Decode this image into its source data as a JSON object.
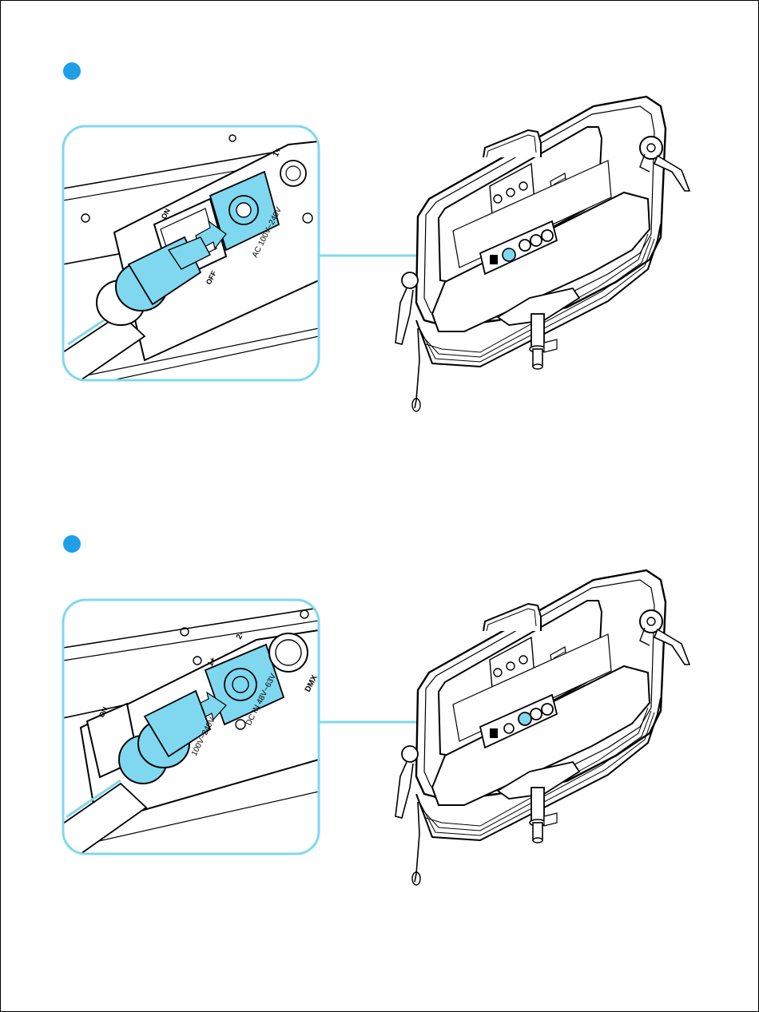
{
  "accent_color": "#1e9fe8",
  "callout_color": "#7fd8ef",
  "step1": {
    "switch_on": "ON",
    "switch_off": "OFF",
    "port_label": "AC 100V~240V",
    "pin_label": "1+"
  },
  "step2": {
    "switch_on": "ON",
    "port_label": "DC IN 48V~63V",
    "ac_partial": "100V~240V",
    "pin_plus": "1+",
    "pin_minus": "2-",
    "dmx_partial": "DMX"
  },
  "icons": [
    "step-marker-icon",
    "power-plug-icon",
    "arrow-right-icon",
    "led-panel-icon"
  ]
}
